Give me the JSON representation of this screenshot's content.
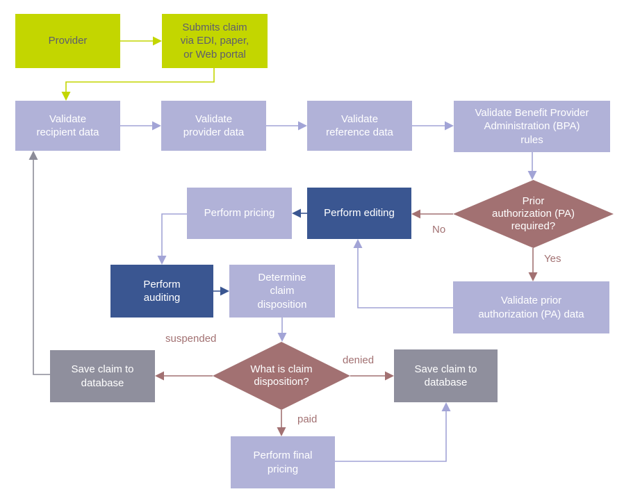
{
  "diagram": {
    "type": "flowchart",
    "nodes": {
      "provider": {
        "label": "Provider"
      },
      "submit_claim": {
        "label": "Submits claim\nvia EDI, paper,\nor Web portal"
      },
      "validate_recipient": {
        "label": "Validate\nrecipient data"
      },
      "validate_provider": {
        "label": "Validate\nprovider data"
      },
      "validate_reference": {
        "label": "Validate\nreference data"
      },
      "validate_bpa": {
        "label": "Validate Benefit Provider\nAdministration (BPA)\nrules"
      },
      "pa_required": {
        "label": "Prior\nauthorization (PA)\nrequired?"
      },
      "perform_pricing": {
        "label": "Perform pricing"
      },
      "perform_editing": {
        "label": "Perform editing"
      },
      "validate_pa": {
        "label": "Validate prior\nauthorization (PA) data"
      },
      "perform_auditing": {
        "label": "Perform\nauditing"
      },
      "determine_disposition": {
        "label": "Determine\nclaim\ndisposition"
      },
      "what_disposition": {
        "label": "What is claim\ndisposition?"
      },
      "save_claim_left": {
        "label": "Save claim to\ndatabase"
      },
      "save_claim_right": {
        "label": "Save claim to\ndatabase"
      },
      "perform_final_pricing": {
        "label": "Perform final\npricing"
      }
    },
    "edge_labels": {
      "no": "No",
      "yes": "Yes",
      "suspended": "suspended",
      "denied": "denied",
      "paid": "paid"
    },
    "colors": {
      "start_fill": "#c3d600",
      "start_text": "#5d5d6e",
      "process_fill": "#b1b2d8",
      "operation_fill": "#3a5691",
      "decision_fill": "#a27172",
      "storage_fill": "#8f8f9d",
      "node_text": "#ffffff",
      "connector_green": "#c3d600",
      "connector_lavender": "#a2a4d6",
      "connector_blue": "#3a5691",
      "connector_mauve": "#a27172",
      "connector_gray": "#8c8c98",
      "edge_label_text": "#a27172",
      "background": "#ffffff"
    }
  }
}
